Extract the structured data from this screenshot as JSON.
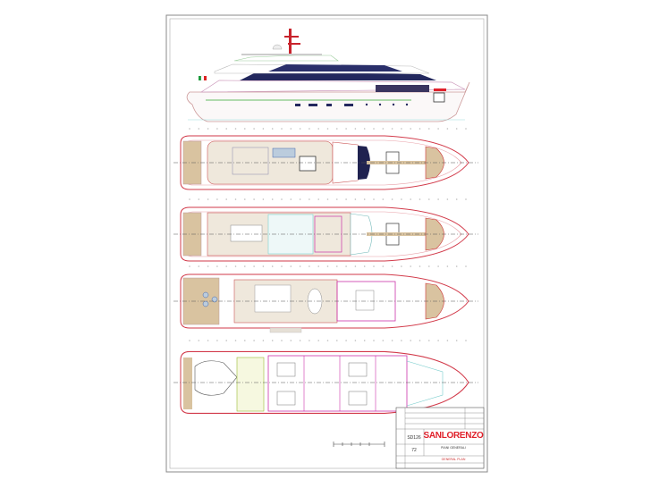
{
  "drawing": {
    "brand": "SANLORENZO",
    "model": "SD126",
    "sheet_number": "72",
    "title_it": "PIANI GENERALI",
    "title_en": "GENERAL PLAN"
  },
  "colors": {
    "brand_red": "#e0202a",
    "hull_outline": "#d23a4a",
    "teak_deck": "#d9c3a0",
    "glazing": "#2a2f6a",
    "centerline": "#555555"
  },
  "views": [
    "profile",
    "sun-deck",
    "upper-deck",
    "main-deck",
    "lower-deck"
  ]
}
